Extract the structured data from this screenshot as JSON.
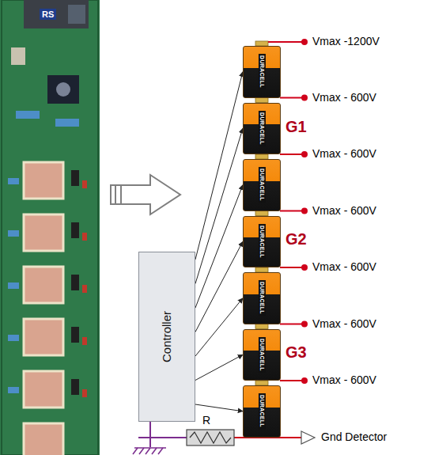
{
  "diagram": {
    "nodes": [
      {
        "text": [
          "DURACELL"
        ]
      },
      {
        "text": [
          "DURACELL"
        ]
      },
      {
        "text": [
          "DURACELL"
        ]
      },
      {
        "text": [
          "DURACELL"
        ]
      },
      {
        "text": [
          "DURACELL"
        ]
      },
      {
        "text": [
          "DURACELL"
        ]
      },
      {
        "text": [
          "DURACELL"
        ]
      },
      {
        "text": [
          "Controller"
        ]
      }
    ],
    "edges": [
      {
        "from": 7,
        "to": 0,
        "arrow": "to"
      },
      {
        "from": 7,
        "to": 1,
        "arrow": "to"
      },
      {
        "from": 7,
        "to": 2,
        "arrow": "to"
      },
      {
        "from": 7,
        "to": 3,
        "arrow": "to"
      },
      {
        "from": 7,
        "to": 4,
        "arrow": "to"
      },
      {
        "from": 7,
        "to": 5,
        "arrow": "to"
      },
      {
        "from": 7,
        "to": 6,
        "arrow": "to"
      }
    ],
    "labels": [
      "RS",
      "Vmax -1200V",
      "Vmax - 600V",
      "Vmax - 600V",
      "Vmax - 600V",
      "Vmax - 600V",
      "Vmax - 600V",
      "Vmax - 600V",
      "G1",
      "G2",
      "G3",
      "R",
      "Gnd Detector"
    ]
  }
}
